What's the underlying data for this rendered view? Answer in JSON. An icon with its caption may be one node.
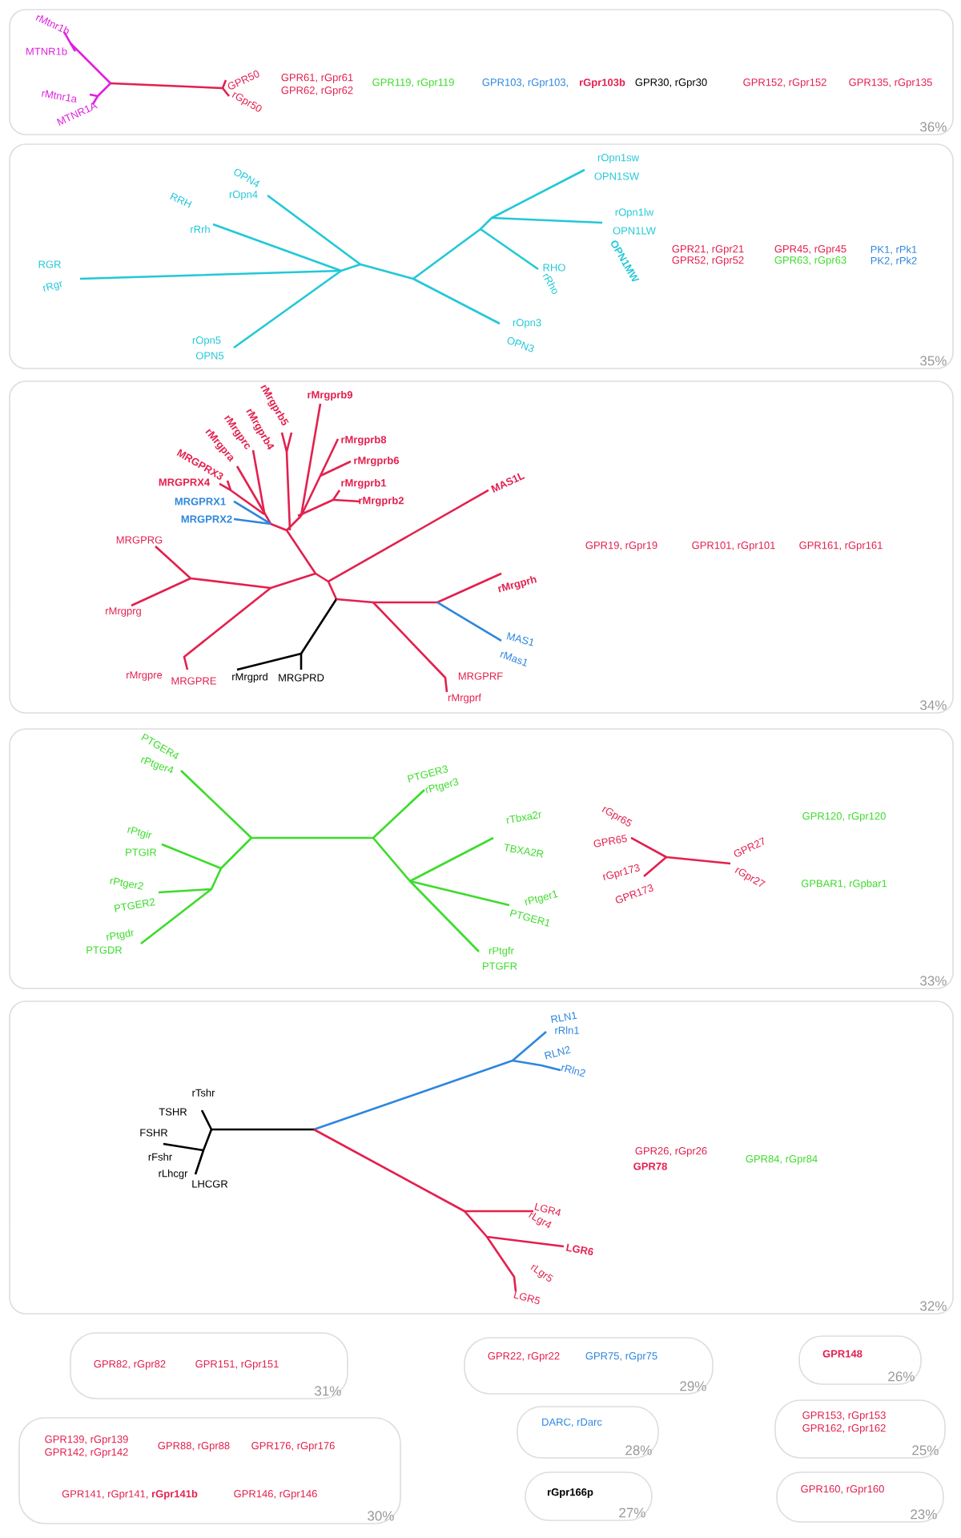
{
  "diagram": {
    "nodes": [
      {
        "text": [
          "36%"
        ]
      },
      {
        "text": [
          "35%"
        ]
      },
      {
        "text": [
          "34%"
        ]
      },
      {
        "text": [
          "33%"
        ]
      },
      {
        "text": [
          "32%"
        ]
      },
      {
        "text": [
          "31%"
        ]
      },
      {
        "text": [
          "29%"
        ]
      },
      {
        "text": [
          "26%"
        ]
      },
      {
        "text": [
          "30%"
        ]
      },
      {
        "text": [
          "28%"
        ]
      },
      {
        "text": [
          "25%"
        ]
      },
      {
        "text": [
          "27%"
        ]
      },
      {
        "text": [
          "23%"
        ]
      }
    ],
    "labels": [
      "rMtnr1b",
      "MTNR1b",
      "rMtnr1a",
      "MTNR1A",
      "GPR50",
      "rGpr50",
      "GPR61, rGpr61",
      "GPR62, rGpr62",
      "GPR119, rGpr119",
      "GPR103, rGpr103,",
      "rGpr103b",
      "GPR30, rGpr30",
      "GPR152, rGpr152",
      "GPR135, rGpr135",
      "OPN4",
      "rOpn4",
      "RRH",
      "rRrh",
      "RGR",
      "rRgr",
      "rOpn5",
      "OPN5",
      "rOpn1sw",
      "OPN1SW",
      "rOpn1lw",
      "OPN1LW",
      "OPN1MW",
      "RHO",
      "rRho",
      "rOpn3",
      "OPN3",
      "GPR21, rGpr21",
      "GPR52, rGpr52",
      "GPR45, rGpr45",
      "GPR63, rGpr63",
      "PK1, rPk1",
      "PK2, rPk2",
      "rMrgprb9",
      "rMrgprb5",
      "rMrgprb4",
      "rMrgprc",
      "rMrgpra",
      "MRGPRX3",
      "MRGPRX4",
      "MRGPRX1",
      "MRGPRX2",
      "rMrgprb8",
      "rMrgprb6",
      "rMrgprb1",
      "rMrgprb2",
      "MAS1L",
      "MRGPRG",
      "rMrgprg",
      "rMrgpre",
      "MRGPRE",
      "rMrgprd",
      "MRGPRD",
      "rMrgprh",
      "MAS1",
      "rMas1",
      "MRGPRF",
      "rMrgprf",
      "GPR19, rGpr19",
      "GPR101, rGpr101",
      "GPR161, rGpr161",
      "PTGER4",
      "rPtger4",
      "rPtgir",
      "PTGIR",
      "rPtger2",
      "PTGER2",
      "rPtgdr",
      "PTGDR",
      "PTGER3",
      "rPtger3",
      "rTbxa2r",
      "TBXA2R",
      "rPtger1",
      "PTGER1",
      "rPtgfr",
      "PTGFR",
      "rGpr65",
      "GPR65",
      "rGpr173",
      "GPR173",
      "GPR27",
      "rGpr27",
      "GPR120, rGpr120",
      "GPBAR1, rGpbar1",
      "RLN1",
      "rRln1",
      "RLN2",
      "rRln2",
      "rTshr",
      "TSHR",
      "FSHR",
      "rFshr",
      "rLhcgr",
      "LHCGR",
      "LGR4",
      "rLgr4",
      "LGR6",
      "rLgr5",
      "LGR5",
      "GPR26, rGpr26",
      "GPR78",
      "GPR84, rGpr84",
      "GPR82, rGpr82",
      "GPR151, rGpr151",
      "GPR22, rGpr22",
      "GPR75, rGpr75",
      "GPR148",
      "GPR139, rGpr139",
      "GPR142, rGpr142",
      "GPR88, rGpr88",
      "GPR176, rGpr176",
      "GPR141, rGpr141, **rGpr141b**",
      "GPR146, rGpr146",
      "DARC, rDarc",
      "GPR153, rGpr153",
      "GPR162, rGpr162",
      "rGpr166p",
      "GPR160, rGpr160"
    ]
  }
}
